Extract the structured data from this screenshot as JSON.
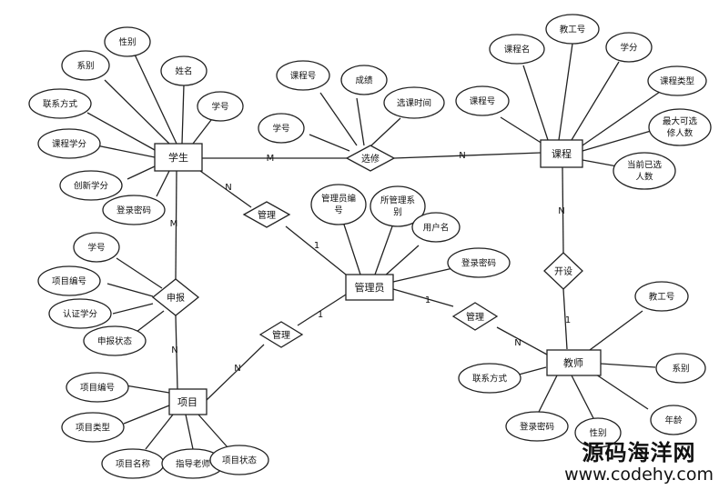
{
  "entities": {
    "student": "学生",
    "course": "课程",
    "admin": "管理员",
    "teacher": "教师",
    "project": "项目"
  },
  "relations": {
    "enroll": "选修",
    "manage_student": "管理",
    "open": "开设",
    "apply": "申报",
    "manage_teacher": "管理",
    "manage_project": "管理"
  },
  "student_attrs": [
    "性别",
    "系别",
    "姓名",
    "联系方式",
    "学号",
    "课程学分",
    "创新学分",
    "登录密码"
  ],
  "enroll_attrs": [
    "课程号",
    "成绩",
    "选课时间",
    "学号"
  ],
  "course_attrs": [
    "课程名",
    "教工号",
    "学分",
    "课程号",
    "课程类型",
    [
      "最大可选",
      "修人数"
    ],
    [
      "当前已选",
      "人数"
    ]
  ],
  "admin_attrs": [
    [
      "管理员编",
      "号"
    ],
    [
      "所管理系",
      "别"
    ],
    "用户名",
    "登录密码"
  ],
  "apply_attrs": [
    "学号",
    "项目编号",
    "认证学分",
    "申报状态"
  ],
  "teacher_attrs": [
    "教工号",
    "系别",
    "年龄",
    "性别",
    "登录密码",
    "联系方式"
  ],
  "project_attrs": [
    "项目编号",
    "项目类型",
    "项目名称",
    "指导老师",
    "项目状态"
  ],
  "cardinalities": {
    "student_enroll": "M",
    "enroll_course": "N",
    "student_manage": "N",
    "manage_admin": "1",
    "course_open": "N",
    "open_teacher": "1",
    "student_apply": "M",
    "apply_project": "N",
    "admin_manage_t": "1",
    "manage_t_teacher": "N",
    "project_manage": "N",
    "manage_p_admin": "1"
  },
  "watermark": {
    "line1": "源码海洋网",
    "line2": "www.codehy.com"
  }
}
